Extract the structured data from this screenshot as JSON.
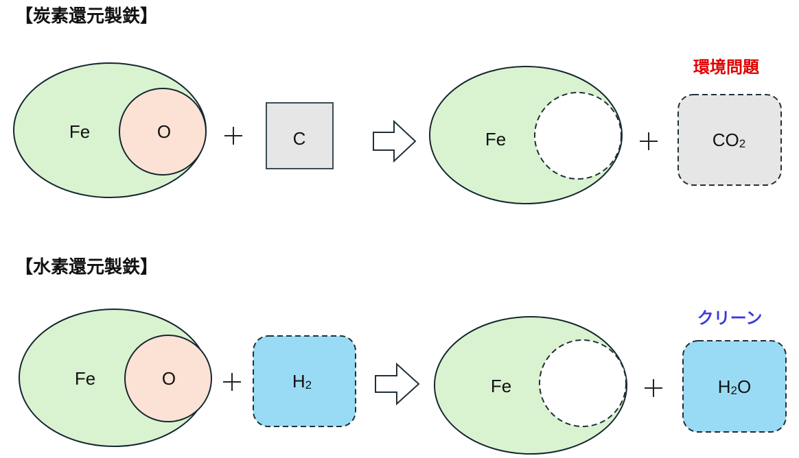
{
  "colors": {
    "iron_fill": "#d9f2d0",
    "oxygen_fill": "#fbe2d5",
    "carbon_fill": "#e6e6e6",
    "hydrogen_fill": "#99dbf5",
    "problem_text": "#e00000",
    "clean_text": "#3b3be0"
  },
  "sections": [
    {
      "title": "【炭素還元製鉄】",
      "reactant_outer": "Fe",
      "reactant_inner": "O",
      "plus": "+",
      "reagent": {
        "main": "C",
        "sub": ""
      },
      "product_outer": "Fe",
      "byproduct": {
        "main": "CO",
        "sub": "2",
        "tail": ""
      },
      "note": "環境問題"
    },
    {
      "title": "【水素還元製鉄】",
      "reactant_outer": "Fe",
      "reactant_inner": "O",
      "plus": "+",
      "reagent": {
        "main": "H",
        "sub": "2"
      },
      "product_outer": "Fe",
      "byproduct": {
        "main": "H",
        "sub": "2",
        "tail": "O"
      },
      "note": "クリーン"
    }
  ]
}
